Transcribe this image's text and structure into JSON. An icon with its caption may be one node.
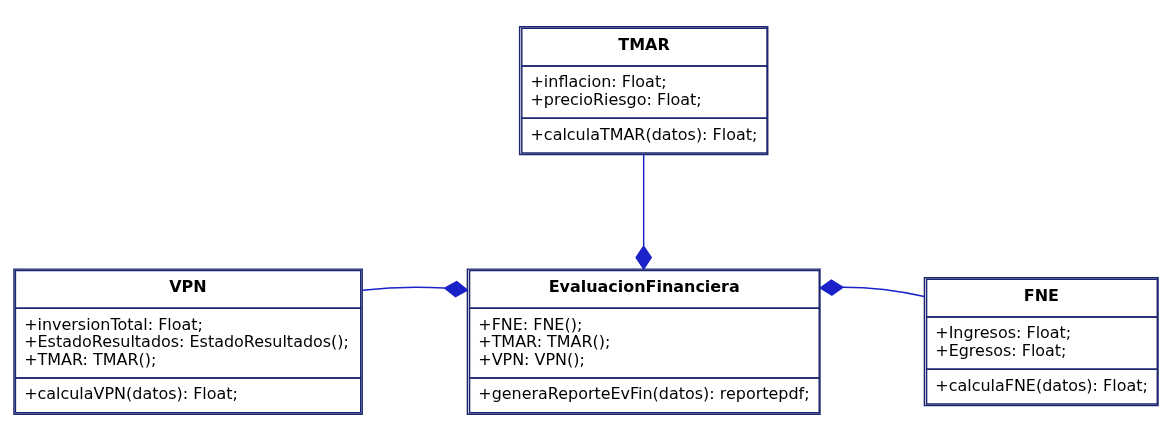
{
  "diagram": {
    "nodes": [
      {
        "text": [
          "TMAR",
          "+inflacion: Float; +precioRiesgo: Float;",
          "+calculaTMAR(datos): Float;"
        ]
      },
      {
        "text": [
          "VPN",
          "+inversionTotal: Float; +EstadoResultados: EstadoResultados(); +TMAR: TMAR();",
          "+calculaVPN(datos): Float;"
        ]
      },
      {
        "text": [
          "EvaluacionFinanciera",
          "+FNE: FNE(); +TMAR: TMAR(); +VPN: VPN();",
          "+generaReporteEvFin(datos): reportepdf;"
        ]
      },
      {
        "text": [
          "FNE",
          "+Ingresos: Float; +Egresos: Float;",
          "+calculaFNE(datos): Float;"
        ]
      }
    ],
    "edges": [
      {
        "from": 0,
        "to": 2,
        "arrow": "other"
      },
      {
        "from": 1,
        "to": 2,
        "arrow": "other"
      },
      {
        "from": 3,
        "to": 2,
        "arrow": "other"
      }
    ]
  }
}
